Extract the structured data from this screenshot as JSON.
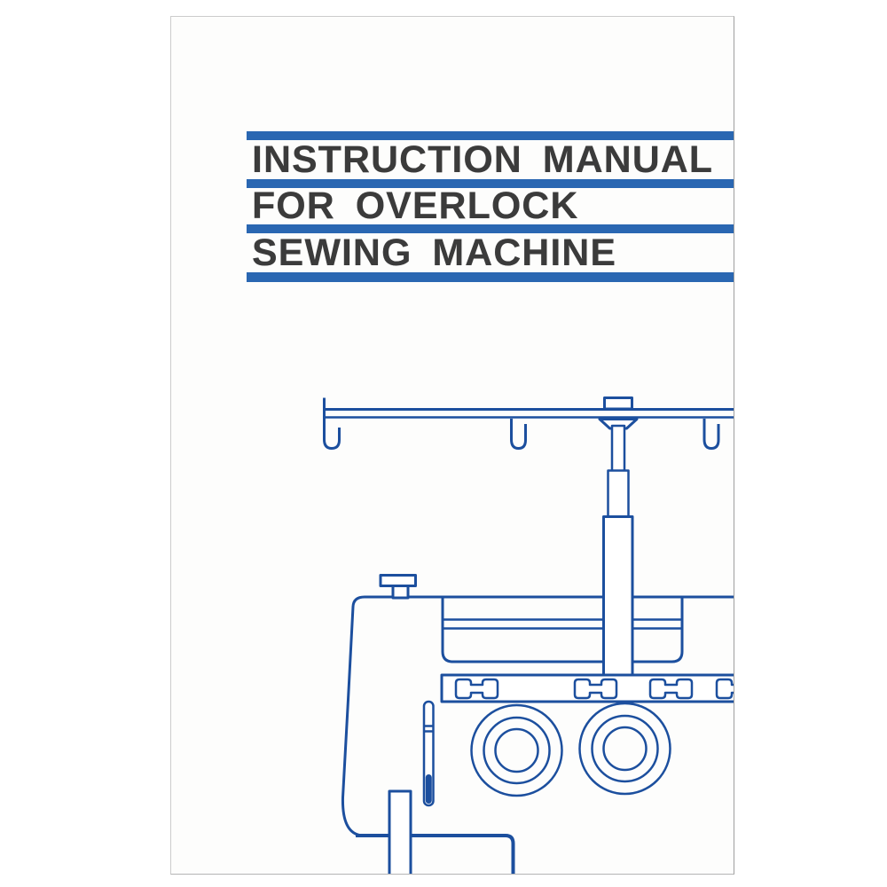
{
  "cover": {
    "title_lines": [
      "INSTRUCTION MANUAL",
      "FOR OVERLOCK",
      "SEWING MACHINE"
    ]
  },
  "illustration": {
    "label": "overlock-sewing-machine-line-drawing"
  },
  "colors": {
    "bar_blue": "#2a67b2",
    "line_blue": "#1c4f9e",
    "title_text": "#3b3b3b",
    "paper": "#fdfdfc"
  }
}
